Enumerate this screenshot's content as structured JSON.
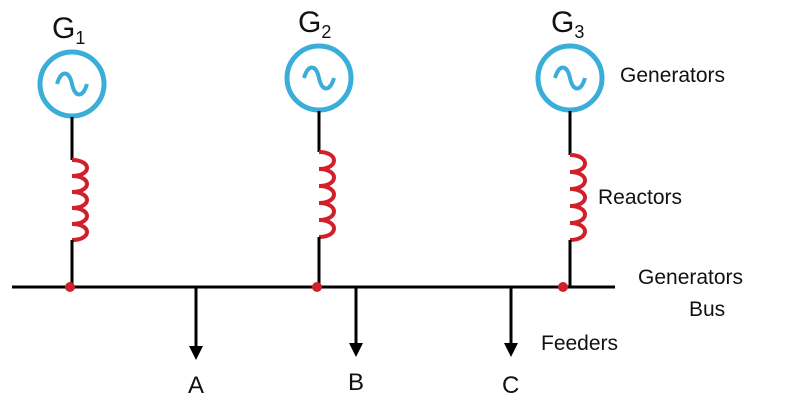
{
  "generators": [
    {
      "letter": "G",
      "index": "1"
    },
    {
      "letter": "G",
      "index": "2"
    },
    {
      "letter": "G",
      "index": "3"
    }
  ],
  "labels": {
    "generators": "Generators",
    "reactors": "Reactors",
    "bus_line1": "Generators",
    "bus_line2": "Bus",
    "feeders": "Feeders"
  },
  "feeders": [
    "A",
    "B",
    "C"
  ],
  "colors": {
    "generator_circle": "#3aaed8",
    "reactor_coil": "#d2202a",
    "junction_dot": "#d2202a",
    "line": "#000000"
  }
}
